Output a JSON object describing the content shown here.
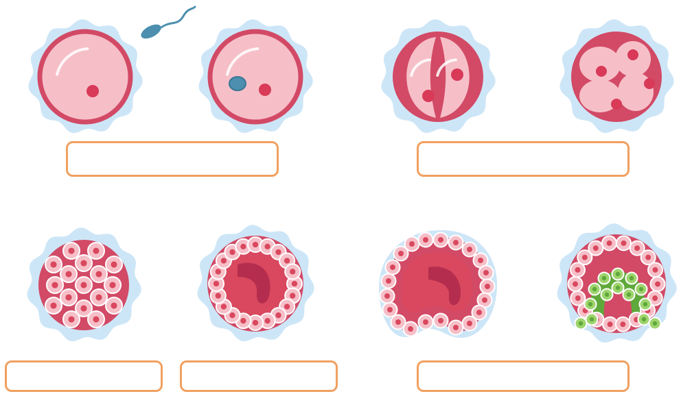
{
  "stages": [
    {
      "id": "egg",
      "label": ""
    },
    {
      "id": "fertilized-egg",
      "label": ""
    },
    {
      "id": "two-cell",
      "label": ""
    },
    {
      "id": "four-cell",
      "label": ""
    },
    {
      "id": "morula",
      "label": ""
    },
    {
      "id": "blastula",
      "label": ""
    },
    {
      "id": "early-gastrula",
      "label": ""
    },
    {
      "id": "gastrula",
      "label": ""
    }
  ],
  "answer_boxes": [
    {
      "id": "box-1",
      "text": ""
    },
    {
      "id": "box-2",
      "text": ""
    },
    {
      "id": "box-3",
      "text": ""
    },
    {
      "id": "box-4",
      "text": ""
    },
    {
      "id": "box-5",
      "text": ""
    }
  ],
  "colors": {
    "halo": "#CDE6F7",
    "membrane": "#D24A66",
    "cytoplasm": "#F6BFC8",
    "nucleus": "#D83A58",
    "dark_interior": "#D9485E",
    "cavity_shape": "#B52D4E",
    "sperm": "#4C8FAE",
    "inner_layer": "#5FA83A",
    "inner_cell_light": "#9ED46E",
    "box_border": "#F0A060"
  }
}
